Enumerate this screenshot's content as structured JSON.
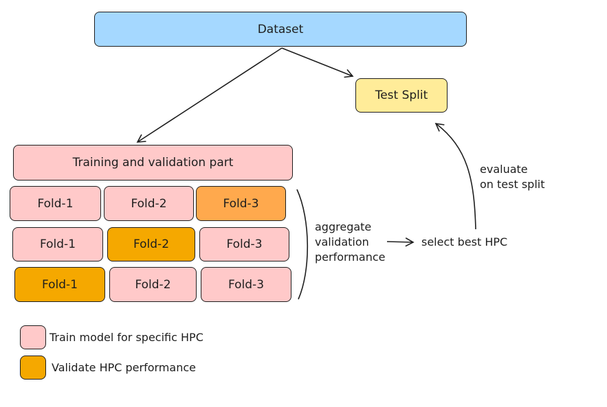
{
  "diagram": {
    "dataset_label": "Dataset",
    "test_split_label": "Test Split",
    "train_val_label": "Training and validation part",
    "folds": [
      [
        {
          "label": "Fold-1",
          "role": "train"
        },
        {
          "label": "Fold-2",
          "role": "train"
        },
        {
          "label": "Fold-3",
          "role": "validate"
        }
      ],
      [
        {
          "label": "Fold-1",
          "role": "train"
        },
        {
          "label": "Fold-2",
          "role": "validate"
        },
        {
          "label": "Fold-3",
          "role": "train"
        }
      ],
      [
        {
          "label": "Fold-1",
          "role": "validate"
        },
        {
          "label": "Fold-2",
          "role": "train"
        },
        {
          "label": "Fold-3",
          "role": "train"
        }
      ]
    ],
    "aggregate_lines": [
      "aggregate",
      "validation",
      "performance"
    ],
    "select_label": "select best HPC",
    "evaluate_lines": [
      "evaluate",
      "on test split"
    ],
    "legend": {
      "train_label": "Train model for specific HPC",
      "validate_label": "Validate HPC performance"
    },
    "colors": {
      "dataset": "#a5d8ff",
      "test_split": "#ffec99",
      "train": "#ffc9c9",
      "validate": "#f5a800",
      "validate_light": "#ffa94d"
    }
  }
}
